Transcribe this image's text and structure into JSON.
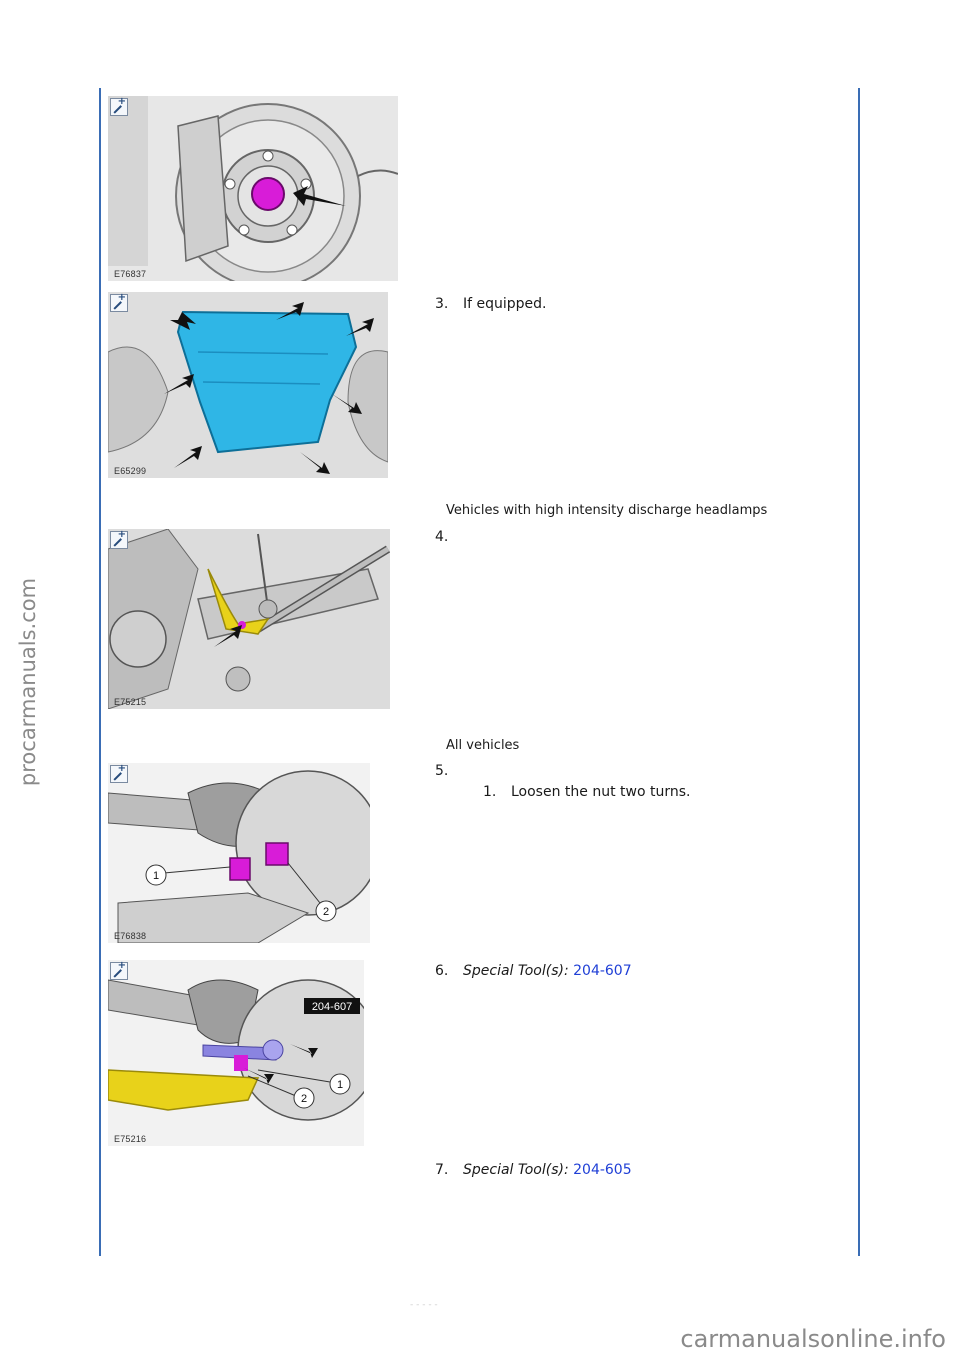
{
  "watermarks": {
    "side": "procarmanuals.com",
    "bottom": "carmanualsonline.info"
  },
  "page_number": "- - -  - -",
  "figures": [
    {
      "id": "E76837",
      "zoom_icon": "zoom-in-icon"
    },
    {
      "id": "E65299",
      "zoom_icon": "zoom-in-icon"
    },
    {
      "id": "E75215",
      "zoom_icon": "zoom-in-icon"
    },
    {
      "id": "E76838",
      "zoom_icon": "zoom-in-icon",
      "callouts": [
        "1",
        "2"
      ]
    },
    {
      "id": "E75216",
      "zoom_icon": "zoom-in-icon",
      "callouts": [
        "1",
        "2"
      ],
      "tool_label": "204-607"
    }
  ],
  "sections": {
    "hid": "Vehicles with high intensity discharge headlamps",
    "all": "All vehicles"
  },
  "steps": {
    "s3": {
      "num": "3.",
      "text": "If equipped."
    },
    "s4": {
      "num": "4.",
      "text": ""
    },
    "s5": {
      "num": "5.",
      "text": "",
      "sub": [
        {
          "num": "1.",
          "text": "Loosen the nut two turns."
        }
      ]
    },
    "s6": {
      "num": "6.",
      "label": "Special Tool(s):",
      "tool": "204-607"
    },
    "s7": {
      "num": "7.",
      "label": "Special Tool(s):",
      "tool": "204-605"
    }
  },
  "colors": {
    "rule": "#3a6db5",
    "link": "#1f3fd6",
    "highlight_magenta": "#d81cd8",
    "highlight_cyan": "#2fb6e6",
    "highlight_yellow": "#e8d21a",
    "highlight_lilac": "#8a84e0"
  }
}
